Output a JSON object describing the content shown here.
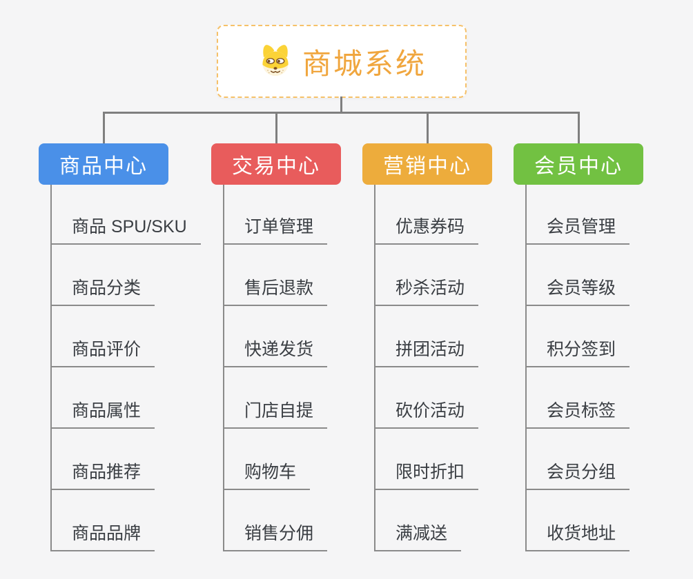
{
  "page": {
    "background": "#F5F5F6"
  },
  "root": {
    "title": "商城系统",
    "icon": "doge-face",
    "text_color": "#F0A63E",
    "border_color": "#F6C169"
  },
  "connector_color": "#7F7F7F",
  "underline_color": "#8A8A8A",
  "item_text_color": "#3A3E43",
  "branches": [
    {
      "label": "商品中心",
      "color": "#4A90E8",
      "items": [
        "商品 SPU/SKU",
        "商品分类",
        "商品评价",
        "商品属性",
        "商品推荐",
        "商品品牌"
      ]
    },
    {
      "label": "交易中心",
      "color": "#E85C5C",
      "items": [
        "订单管理",
        "售后退款",
        "快递发货",
        "门店自提",
        "购物车",
        "销售分佣"
      ]
    },
    {
      "label": "营销中心",
      "color": "#EDAC3C",
      "items": [
        "优惠券码",
        "秒杀活动",
        "拼团活动",
        "砍价活动",
        "限时折扣",
        "满减送"
      ]
    },
    {
      "label": "会员中心",
      "color": "#72C142",
      "items": [
        "会员管理",
        "会员等级",
        "积分签到",
        "会员标签",
        "会员分组",
        "收货地址"
      ]
    }
  ]
}
